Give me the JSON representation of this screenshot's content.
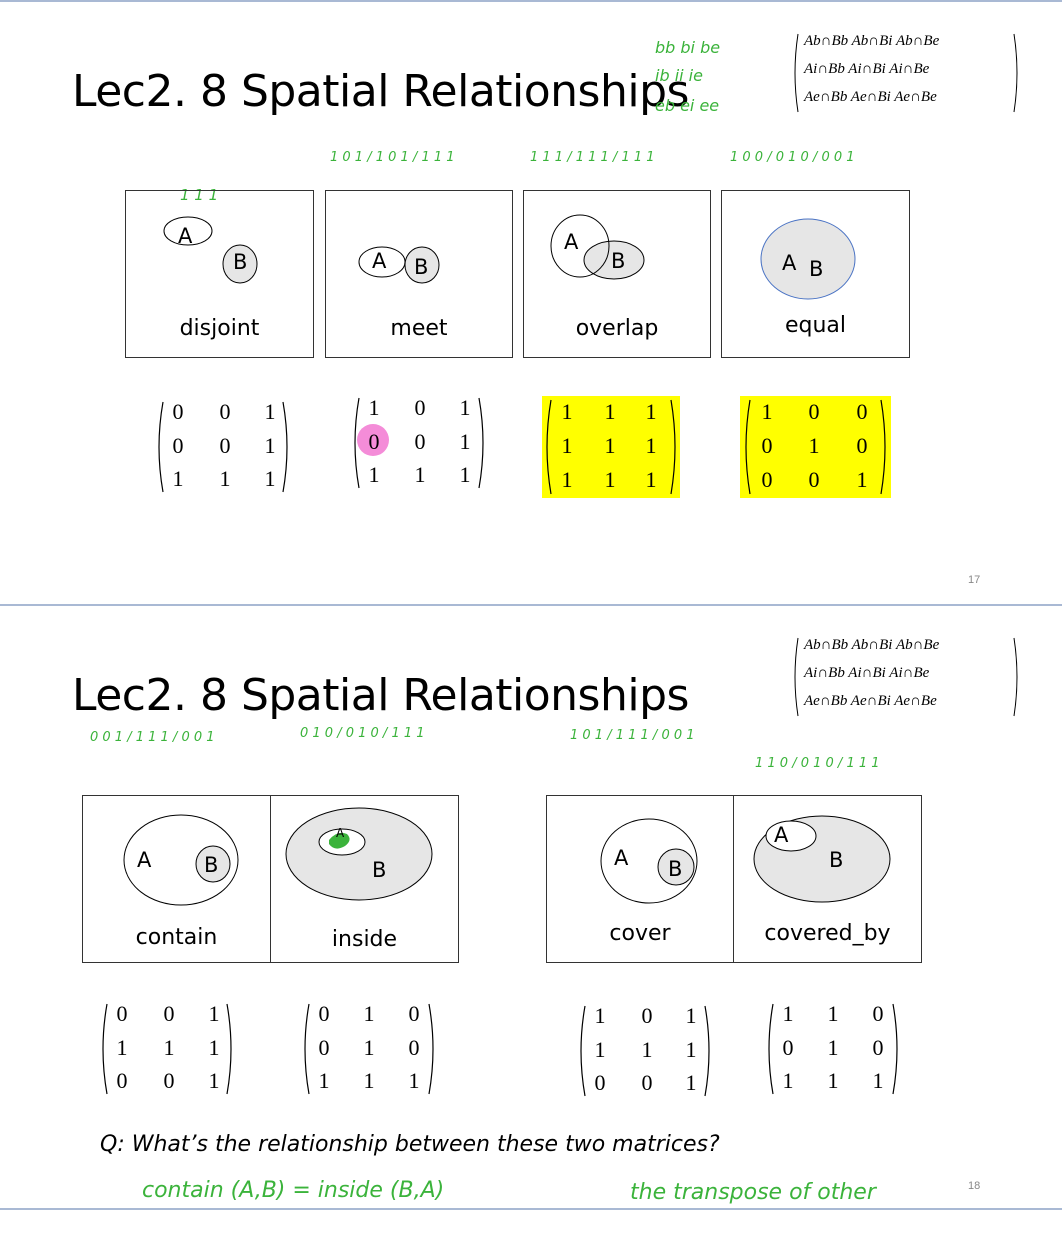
{
  "colors": {
    "handwriting": "#3bb33b",
    "highlight_yellow": "#ffff00",
    "highlight_pink": "#f48cd8",
    "shape_fill": "#e6e6e6",
    "separator": "#a9b9d4"
  },
  "slide1": {
    "title": "Lec2. 8 Spatial Relationships",
    "page_number": "17",
    "reference_matrix": [
      [
        "A_b∩B_b",
        "A_b∩B_i",
        "A_b∩B_e"
      ],
      [
        "A_i∩B_b",
        "A_i∩B_i",
        "A_i∩B_e"
      ],
      [
        "A_e∩B_b",
        "A_e∩B_i",
        "A_e∩B_e"
      ]
    ],
    "reference_rows": [
      "Ab∩Bb   Ab∩Bi   Ab∩Be",
      "Ai∩Bb   Ai∩Bi   Ai∩Be",
      "Ae∩Bb   Ae∩Bi   Ae∩Be"
    ],
    "annotations": {
      "row1": "bb   bi   be",
      "row2": "ib   ii   ie",
      "row3": "eb   ei   ee"
    },
    "panels": [
      {
        "caption": "disjoint",
        "label_a": "A",
        "label_b": "B",
        "notes": "1   1   1",
        "matrix": [
          [
            "0",
            "0",
            "1"
          ],
          [
            "0",
            "0",
            "1"
          ],
          [
            "1",
            "1",
            "1"
          ]
        ],
        "highlight": "none"
      },
      {
        "caption": "meet",
        "label_a": "A",
        "label_b": "B",
        "notes": "1 0 1 / 1 0 1 / 1 1 1",
        "matrix": [
          [
            "1",
            "0",
            "1"
          ],
          [
            "0",
            "0",
            "1"
          ],
          [
            "1",
            "1",
            "1"
          ]
        ],
        "highlight": "pink-cell"
      },
      {
        "caption": "overlap",
        "label_a": "A",
        "label_b": "B",
        "notes": "1 1 1 / 1 1 1 / 1 1 1",
        "matrix": [
          [
            "1",
            "1",
            "1"
          ],
          [
            "1",
            "1",
            "1"
          ],
          [
            "1",
            "1",
            "1"
          ]
        ],
        "highlight": "yellow"
      },
      {
        "caption": "equal",
        "label_a": "A",
        "label_b": "B",
        "notes": "1 0 0 / 0 1 0 / 0 0 1",
        "matrix": [
          [
            "1",
            "0",
            "0"
          ],
          [
            "0",
            "1",
            "0"
          ],
          [
            "0",
            "0",
            "1"
          ]
        ],
        "highlight": "yellow"
      }
    ]
  },
  "slide2": {
    "title": "Lec2. 8 Spatial Relationships",
    "page_number": "18",
    "reference_rows": [
      "Ab∩Bb   Ab∩Bi   Ab∩Be",
      "Ai∩Bb   Ai∩Bi   Ai∩Be",
      "Ae∩Bb   Ae∩Bi   Ae∩Be"
    ],
    "panels": [
      {
        "caption": "contain",
        "label_a": "A",
        "label_b": "B",
        "notes": "0 0 1 / 1 1 1 / 0 0 1",
        "matrix": [
          [
            "0",
            "0",
            "1"
          ],
          [
            "1",
            "1",
            "1"
          ],
          [
            "0",
            "0",
            "1"
          ]
        ]
      },
      {
        "caption": "inside",
        "label_a": "A",
        "label_b": "B",
        "notes": "0 1 0 / 0 1 0 / 1 1 1",
        "matrix": [
          [
            "0",
            "1",
            "0"
          ],
          [
            "0",
            "1",
            "0"
          ],
          [
            "1",
            "1",
            "1"
          ]
        ]
      },
      {
        "caption": "cover",
        "label_a": "A",
        "label_b": "B",
        "notes": "1 0 1 / 1 1 1 / 0 0 1",
        "matrix": [
          [
            "1",
            "0",
            "1"
          ],
          [
            "1",
            "1",
            "1"
          ],
          [
            "0",
            "0",
            "1"
          ]
        ]
      },
      {
        "caption": "covered_by",
        "label_a": "A",
        "label_b": "B",
        "notes": "1 1 0 / 0 1 0 / 1 1 1",
        "matrix": [
          [
            "1",
            "1",
            "0"
          ],
          [
            "0",
            "1",
            "0"
          ],
          [
            "1",
            "1",
            "1"
          ]
        ]
      }
    ],
    "question": "Q: What’s the relationship between these two matrices?",
    "answer_left": "contain (A,B) = inside (B,A)",
    "answer_right": "the transpose of other"
  }
}
